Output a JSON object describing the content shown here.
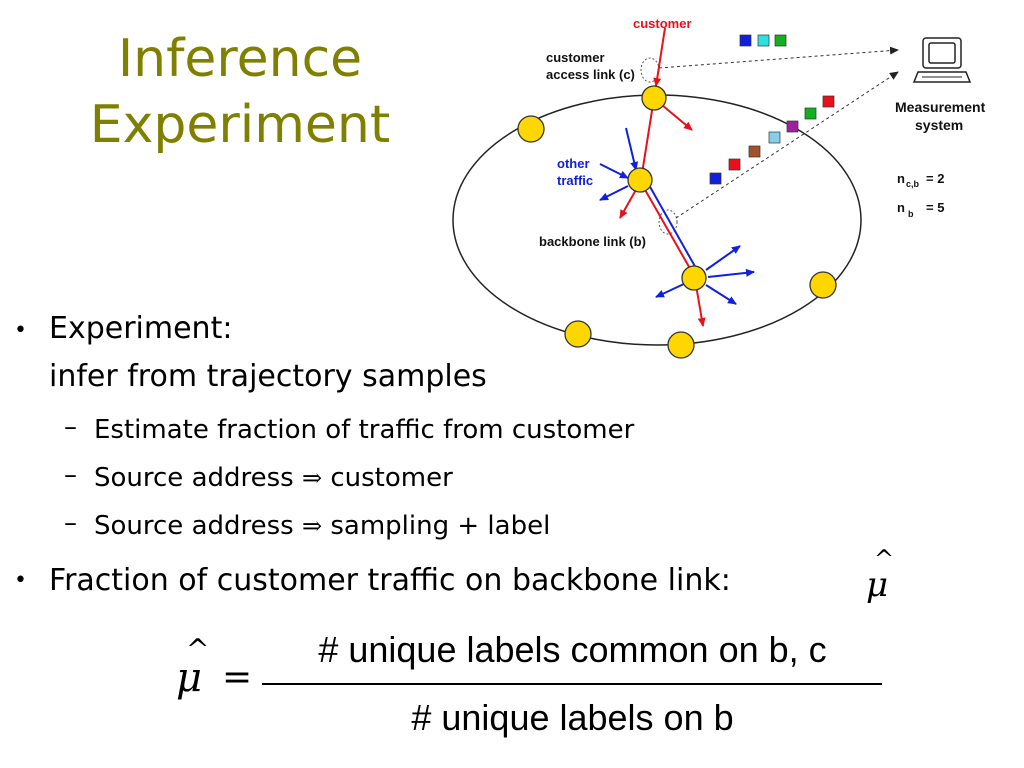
{
  "slide": {
    "title_line1": "Inference",
    "title_line2": "Experiment"
  },
  "bullets": {
    "b1_line1": "Experiment:",
    "b1_line2": "infer from trajectory samples",
    "subs": [
      {
        "text": "Estimate fraction of traffic from customer"
      },
      {
        "prefix": "Source address",
        "arrow": "⇒",
        "suffix": "customer"
      },
      {
        "prefix": "Source address",
        "arrow": "⇒",
        "suffix": "sampling + label"
      }
    ],
    "b2": "Fraction of customer traffic on backbone link:"
  },
  "diagram": {
    "customer_label": "customer",
    "access_link_label_1": "customer",
    "access_link_label_2": "access link (c)",
    "other_traffic_1": "other",
    "other_traffic_2": "traffic",
    "backbone_label": "backbone link (b)",
    "measurement_1": "Measurement",
    "measurement_2": "system",
    "ncb_n": "n",
    "ncb_sub": "c,b",
    "ncb_val": "= 2",
    "nb_n": "n",
    "nb_sub": "b",
    "nb_val": "= 5",
    "colors": {
      "node": "#FFD700",
      "red": "#E8101A",
      "blue": "#1020E0",
      "title": "#808000"
    }
  },
  "formula": {
    "mu": "μ",
    "hat": "^",
    "equals": "=",
    "numerator": "# unique labels common on b, c",
    "denominator": "# unique labels on b"
  }
}
